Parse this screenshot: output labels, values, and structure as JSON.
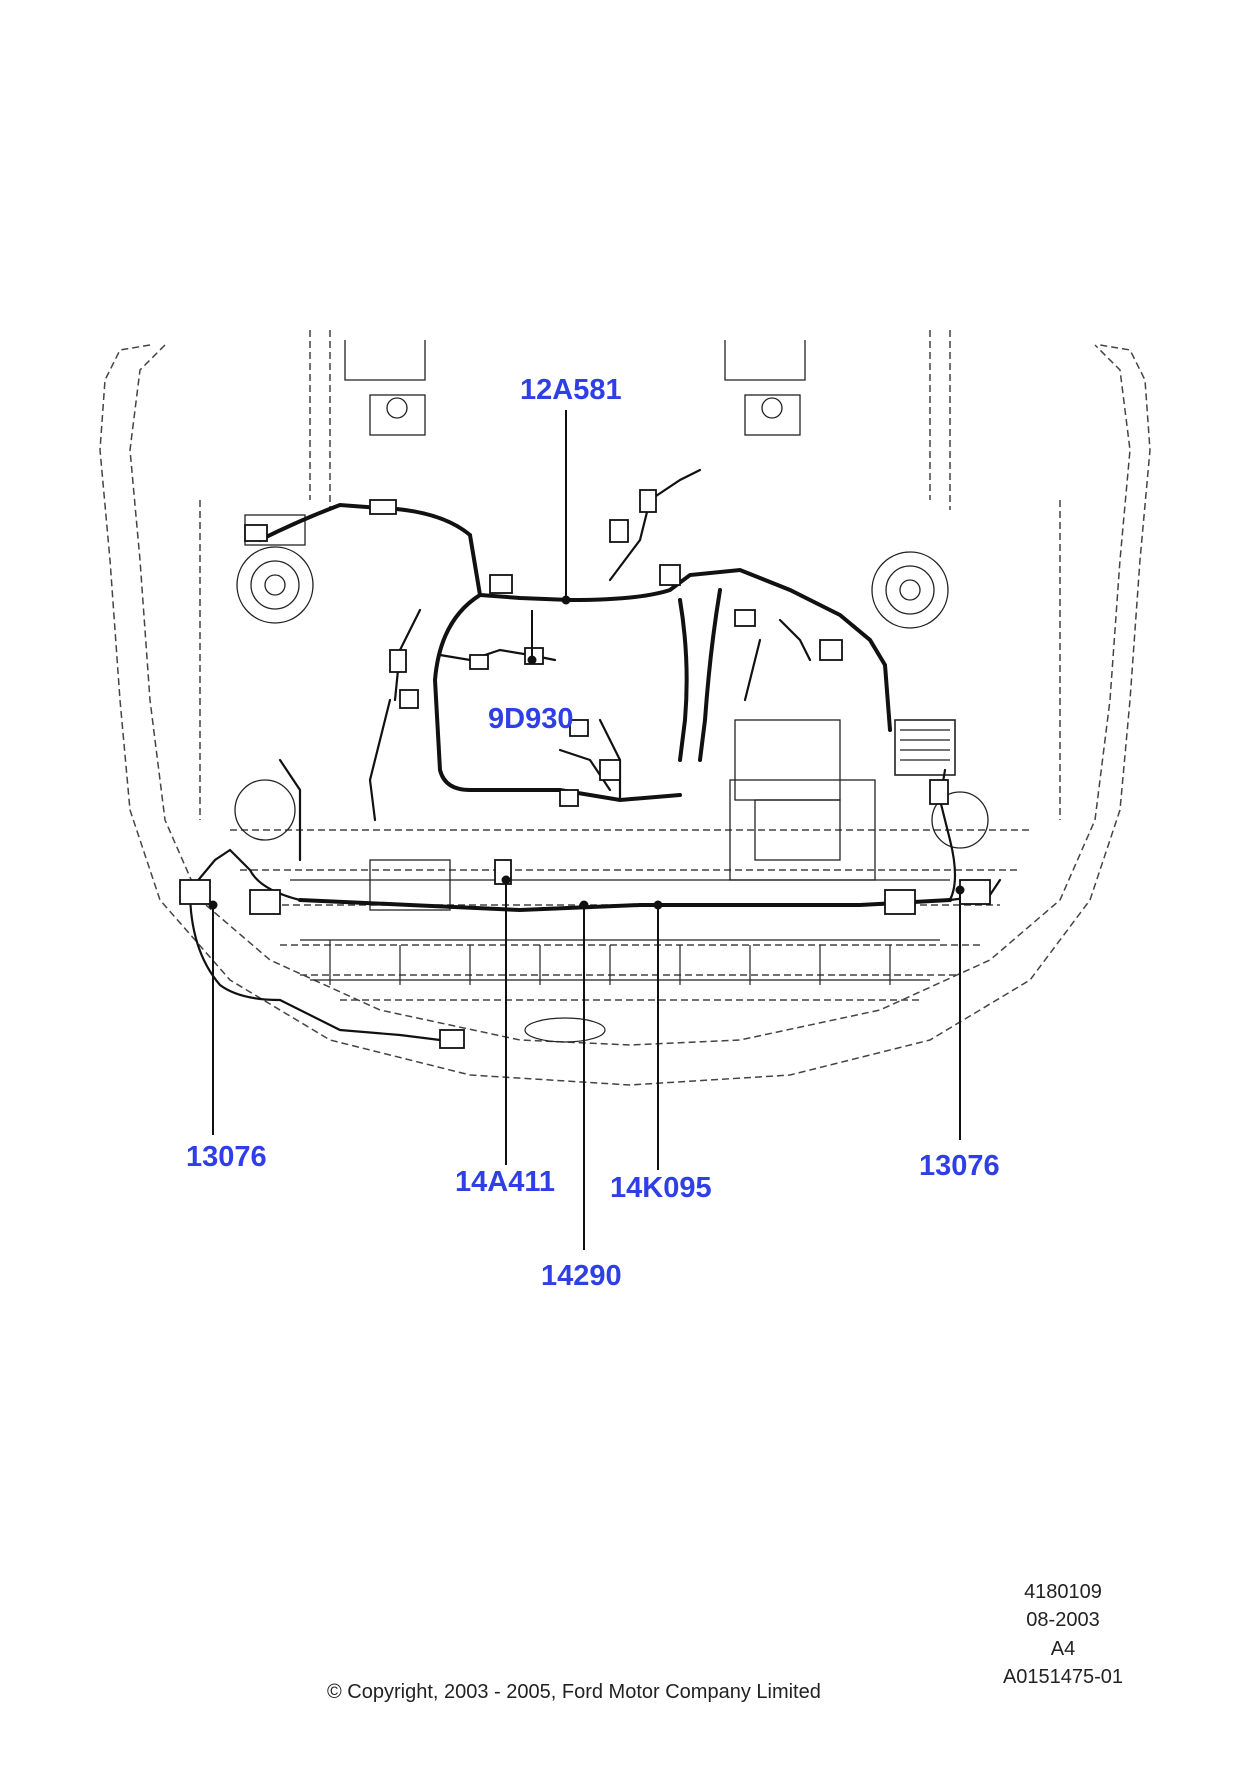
{
  "callouts": {
    "harness_main": "12A581",
    "harness_engine": "9D930",
    "lamp_left": "13076",
    "lamp_right": "13076",
    "wire_14a411": "14A411",
    "wire_14k095": "14K095",
    "wire_14290": "14290"
  },
  "document": {
    "figure_number": "4180109",
    "date": "08-2003",
    "paper_size": "A4",
    "drawing_id": "A0151475-01",
    "copyright": "© Copyright, 2003 - 2005, Ford Motor Company Limited"
  },
  "colors": {
    "callout": "#2f3fe8",
    "line": "#111111",
    "dashed": "#444444"
  }
}
